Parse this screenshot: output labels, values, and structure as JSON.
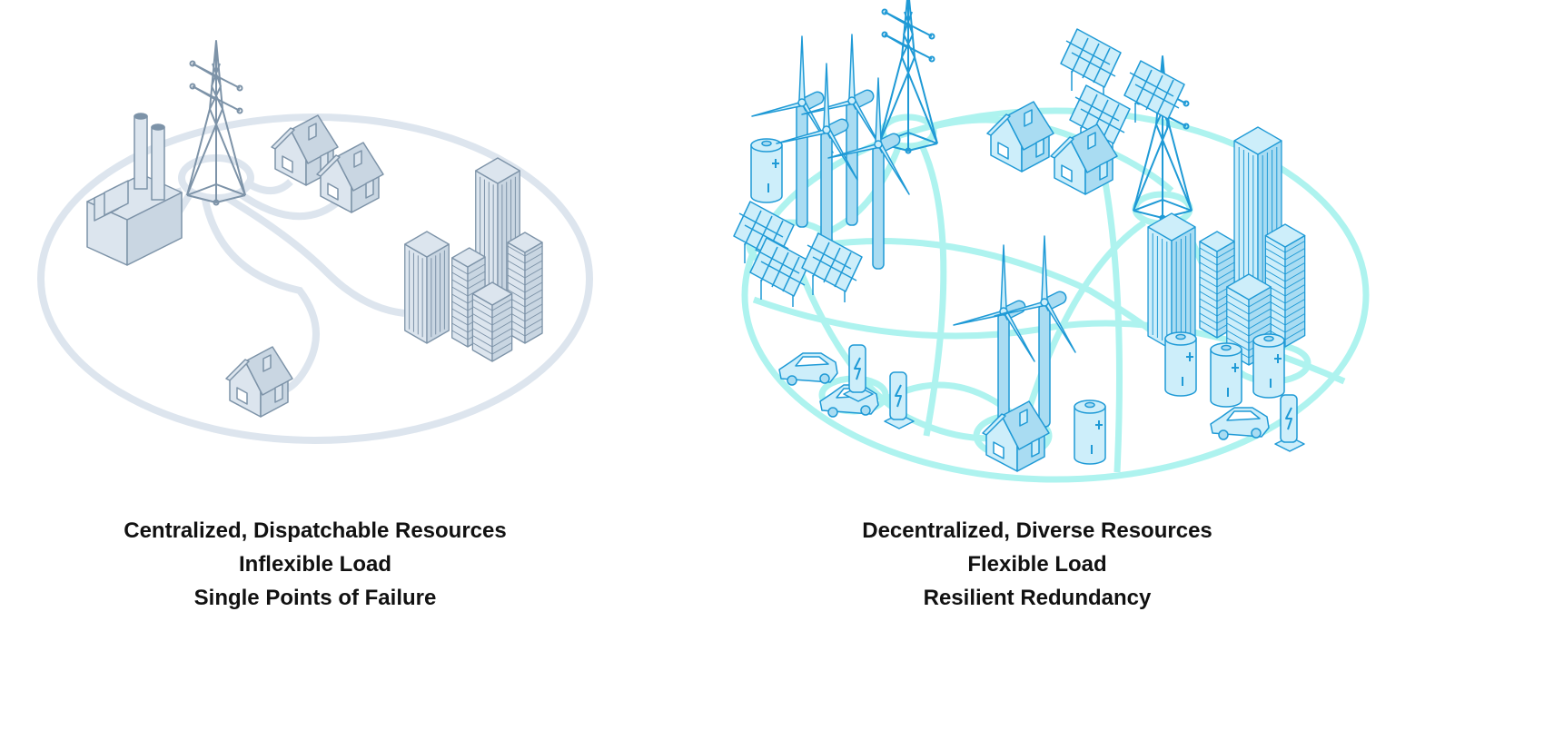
{
  "left_panel": {
    "title": "Traditional grid",
    "labels": [
      "Centralized, Dispatchable Resources",
      "Inflexible Load",
      "Single Points of Failure"
    ],
    "colors": {
      "ring": "#dde5ee",
      "stroke": "#7d93a8",
      "fill": "#dce5ee"
    }
  },
  "right_panel": {
    "labels": [
      "Decentralized, Diverse Resources",
      "Flexible Load",
      "Resilient Redundancy"
    ],
    "colors": {
      "ring": "#aef3ef",
      "stroke": "#1f9ad6",
      "fill": "#cdeefa"
    }
  }
}
